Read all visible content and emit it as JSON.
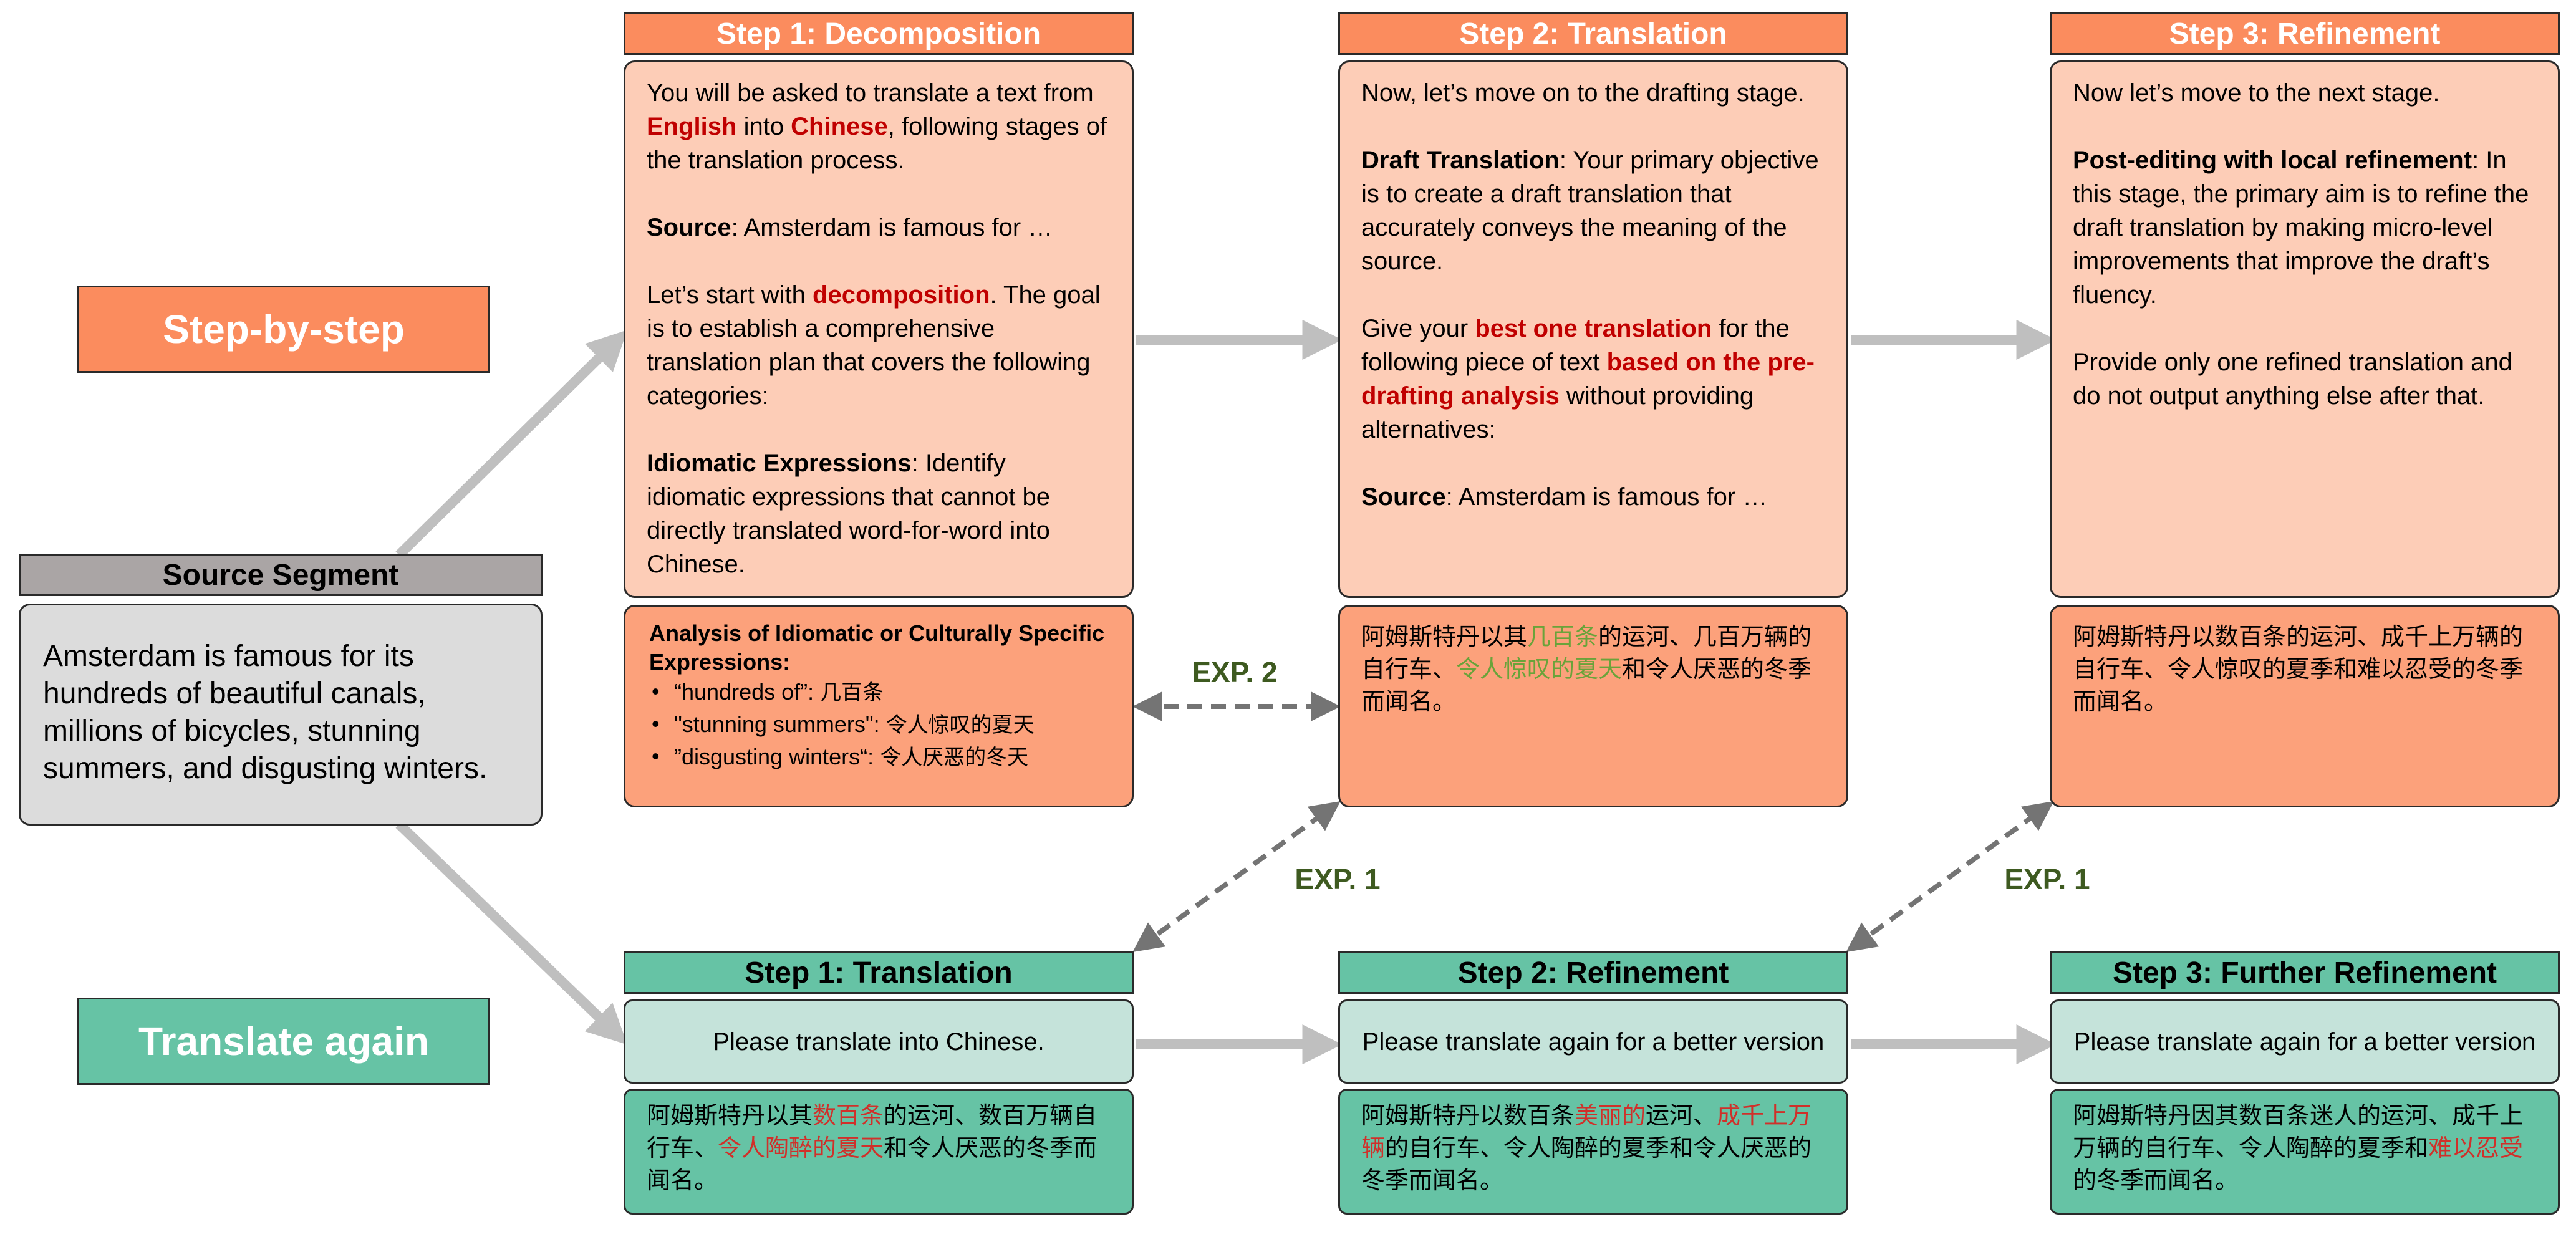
{
  "labels": {
    "step_by_step": "Step-by-step",
    "translate_again": "Translate again"
  },
  "source": {
    "header": "Source Segment",
    "text": "Amsterdam is famous for its hundreds of beautiful canals, millions of bicycles, stunning summers, and disgusting winters."
  },
  "top": {
    "step1": {
      "header": "Step 1: Decomposition",
      "p1": [
        "You will be asked to translate a text from ",
        "English",
        " into ",
        "Chinese",
        ", following stages of the translation process."
      ],
      "p2": [
        "Source",
        ": Amsterdam is famous for …"
      ],
      "p3": [
        "Let’s start with ",
        "decomposition",
        ". The goal is to establish a comprehensive translation plan that covers the following categories:"
      ],
      "p4": [
        "Idiomatic Expressions",
        ": Identify idiomatic expressions that cannot be directly translated word-for-word into Chinese."
      ],
      "analysis_title": "Analysis of Idiomatic or Culturally Specific Expressions:",
      "analysis_items": [
        [
          "“hundreds of”: ",
          "几百条"
        ],
        [
          "\"stunning summers\": ",
          "令人惊叹的夏天"
        ],
        [
          "”disgusting winters“: ",
          "令人厌恶的冬天"
        ]
      ]
    },
    "step2": {
      "header": "Step 2: Translation",
      "p1": "Now, let’s move on to the drafting stage.",
      "p2": [
        "Draft Translation",
        ": Your primary objective is to create a draft translation that accurately conveys the meaning of the source."
      ],
      "p3": [
        "Give your ",
        "best one translation",
        " for the following piece of text ",
        "based on the pre-drafting analysis",
        " without providing alternatives:"
      ],
      "p4": [
        "Source",
        ": Amsterdam is famous for …"
      ],
      "output": [
        "阿姆斯特丹以其",
        "几百条",
        "的运河、几百万辆的自行车、",
        "令人惊叹的夏天",
        "和令人厌恶的冬季而闻名。"
      ]
    },
    "step3": {
      "header": "Step 3: Refinement",
      "p1": "Now let’s move to the next stage.",
      "p2": [
        "Post-editing with local refinement",
        ": In this stage, the primary aim is to refine the draft translation by making micro-level improvements that improve the draft’s fluency."
      ],
      "p3": "Provide only one refined translation and do not output anything else after that.",
      "output": "阿姆斯特丹以数百条的运河、成千上万辆的自行车、令人惊叹的夏季和难以忍受的冬季而闻名。"
    }
  },
  "bottom": {
    "step1": {
      "header": "Step 1: Translation",
      "prompt": "Please translate into Chinese.",
      "output": [
        "阿姆斯特丹以其",
        "数百条",
        "的运河、数百万辆自行车、",
        "令人陶醉的夏天",
        "和令人厌恶的冬季而闻名。"
      ]
    },
    "step2": {
      "header": "Step 2: Refinement",
      "prompt": "Please translate again for a better version",
      "output": [
        "阿姆斯特丹以数百条",
        "美丽的",
        "运河、",
        "成千上万辆",
        "的自行车、令人陶醉的夏季和令人厌恶的冬季而闻名。"
      ]
    },
    "step3": {
      "header": "Step 3: Further Refinement",
      "prompt": "Please translate again for a better version",
      "output": [
        "阿姆斯特丹因其数百条迷人的运河、成千上万辆的自行车、令人陶醉的夏季和",
        "难以忍受",
        "的冬季而闻名。"
      ]
    }
  },
  "exp_labels": {
    "exp2": "EXP. 2",
    "exp1_left": "EXP. 1",
    "exp1_right": "EXP. 1"
  },
  "colors": {
    "orange": "#fb8c5e",
    "green": "#66c3a5",
    "arrow": "#bfbfbf",
    "exp_text": "#3e5a20",
    "highlight_red": "#c00000",
    "highlight_green": "#6aa33a"
  }
}
